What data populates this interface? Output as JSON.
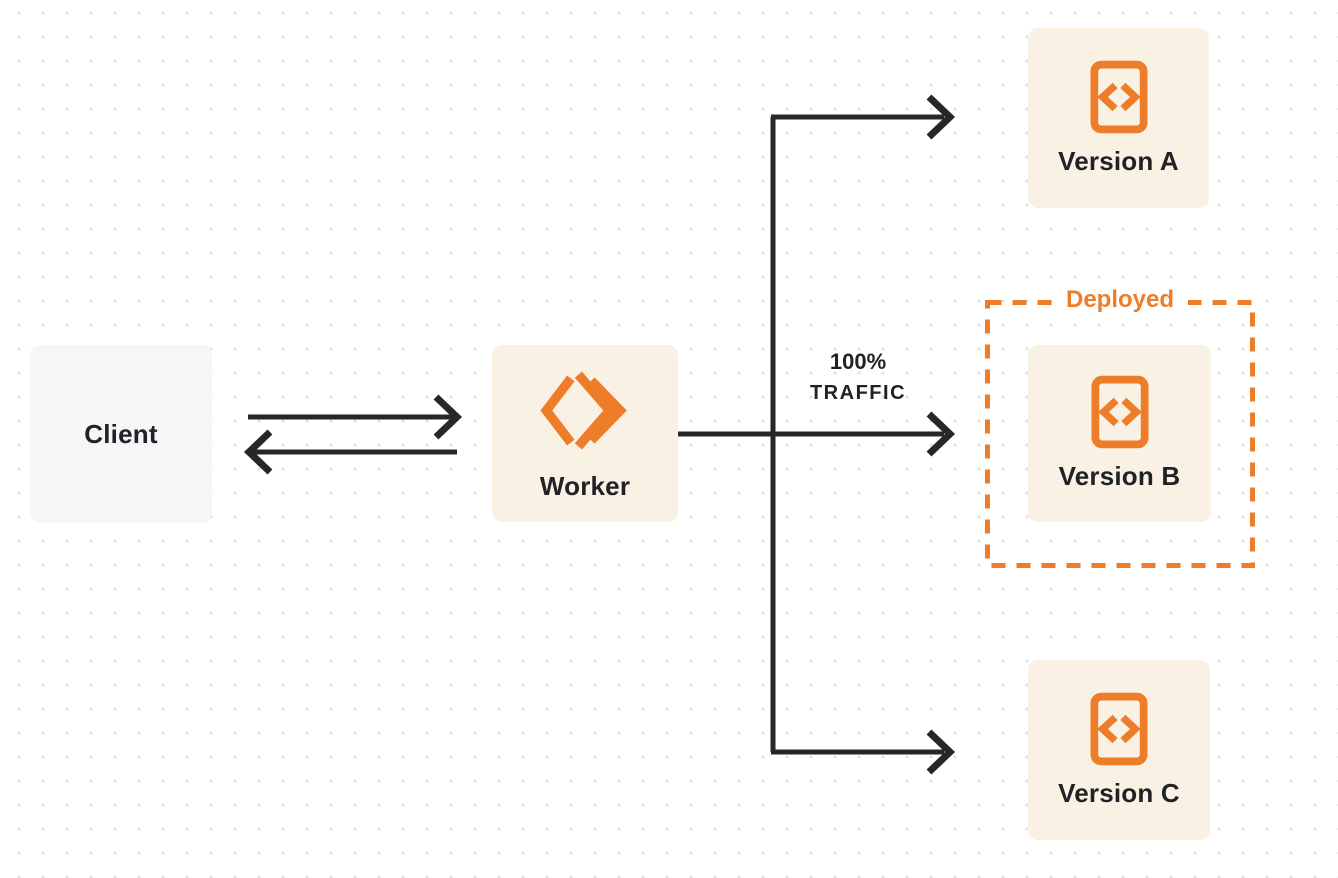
{
  "colors": {
    "orange": "#ee7d2a",
    "node_fill_cream": "#faf1e5",
    "node_fill_gray": "#f5f6f7",
    "line_dark": "#26272a",
    "dot_grid": "#e3e3e6",
    "background": "#ffffff",
    "label_text": "#202226"
  },
  "nodes": {
    "client": {
      "label": "Client"
    },
    "worker": {
      "label": "Worker",
      "icon": "cloudflare-workers-logo-icon"
    },
    "version_a": {
      "label": "Version A",
      "icon": "code-file-icon"
    },
    "version_b": {
      "label": "Version B",
      "icon": "code-file-icon"
    },
    "version_c": {
      "label": "Version C",
      "icon": "code-file-icon"
    }
  },
  "groups": {
    "deployed": {
      "label": "Deployed",
      "contains": [
        "version_b"
      ],
      "style": "orange-dashed"
    }
  },
  "edge_labels": {
    "traffic": {
      "line1": "100%",
      "line2": "TRAFFIC"
    }
  },
  "edges": [
    {
      "from": "client",
      "to": "worker",
      "direction": "right"
    },
    {
      "from": "worker",
      "to": "client",
      "direction": "left"
    },
    {
      "from": "worker",
      "to": "version_a",
      "direction": "elbow-up-right"
    },
    {
      "from": "worker",
      "to": "version_b",
      "direction": "right",
      "label": "100% TRAFFIC"
    },
    {
      "from": "worker",
      "to": "version_c",
      "direction": "elbow-down-right"
    }
  ]
}
